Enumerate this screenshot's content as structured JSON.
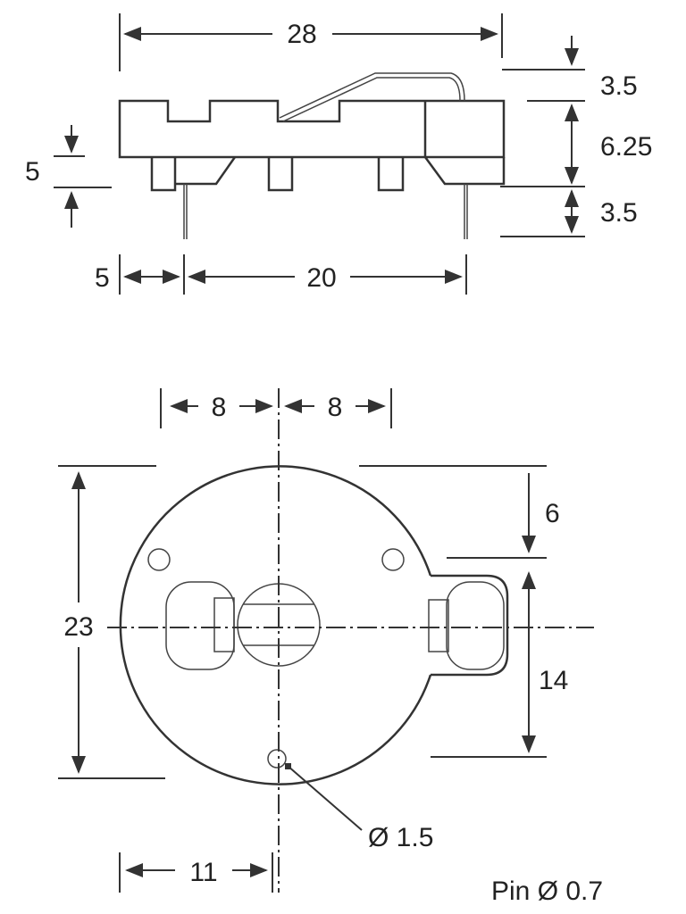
{
  "title": "Coin cell holder drawing",
  "side_view": {
    "overall_length": "28",
    "wire_height": "3.5",
    "body_height": "6.25",
    "pin_length": "3.5",
    "standoff": "5",
    "pin_offset": "5",
    "pin_spacing": "20"
  },
  "bottom_view": {
    "left_offset": "8",
    "right_offset": "8",
    "diameter": "23",
    "tab_offset": "6",
    "tab_width": "14",
    "hole_diameter": "Ø 1.5",
    "hole_offset": "11",
    "pin_note": "Pin Ø 0.7"
  }
}
